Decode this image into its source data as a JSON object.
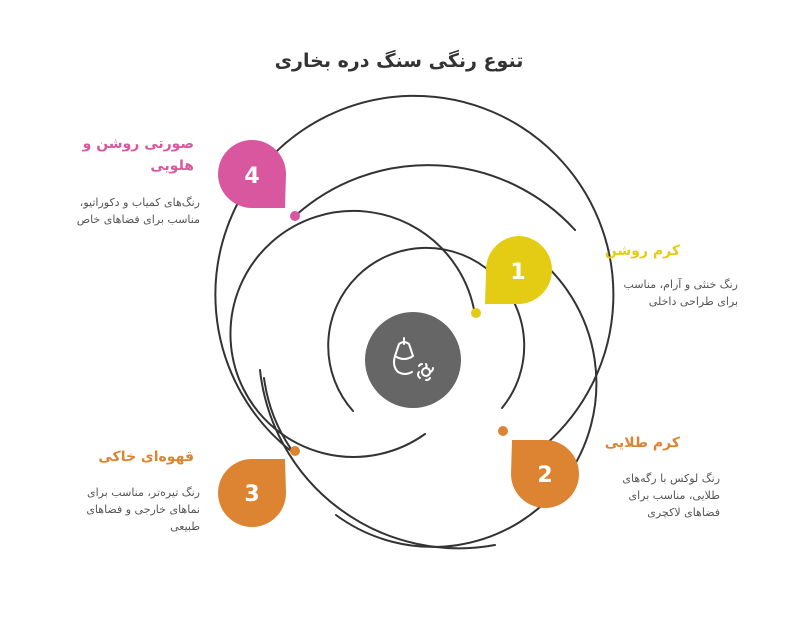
{
  "title": "تنوع رنگی سنگ دره بخاری",
  "colors": {
    "ring": "#333333",
    "center": "#666666",
    "yellow": "#E5CC14",
    "orange": "#DD8433",
    "pink": "#D9579F",
    "text": "#333333",
    "desc": "#555555"
  },
  "center_icon": "brush-flower-icon",
  "steps": [
    {
      "number": "1",
      "label": "کرم روشن",
      "desc": [
        "رنگ خنثی و آرام، مناسب",
        "برای طراحی داخلی"
      ],
      "color": "#E5CC14"
    },
    {
      "number": "2",
      "label": "کرم طلایی",
      "desc": [
        "رنگ لوکس با رگه‌های",
        "طلایی، مناسب برای",
        "فضاهای لاکچری"
      ],
      "color": "#DD8433"
    },
    {
      "number": "3",
      "label": "قهوه‌ای خاکی",
      "desc": [
        "رنگ تیره‌تر، مناسب برای",
        "نماهای خارجی و فضاهای",
        "طبیعی"
      ],
      "color": "#DD8433"
    },
    {
      "number": "4",
      "label_lines": [
        "صورتی روشن و",
        "هلویی"
      ],
      "desc": [
        "رنگ‌های کمیاب و دکوراتیو،",
        "مناسب برای فضاهای خاص"
      ],
      "color": "#D9579F"
    }
  ]
}
